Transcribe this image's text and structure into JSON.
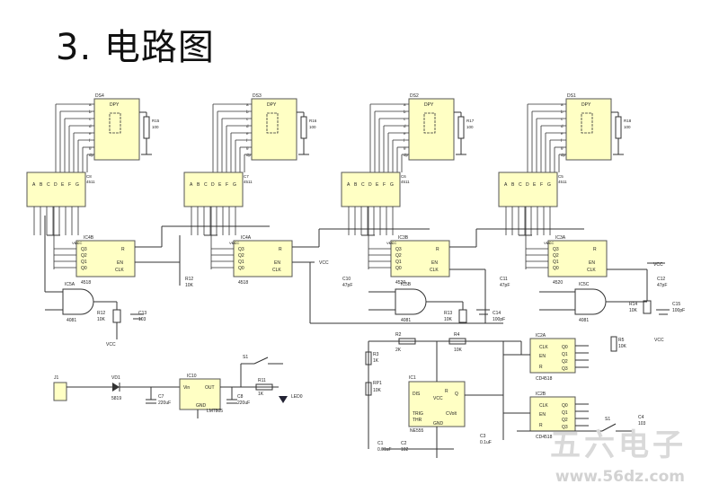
{
  "slide_title": "3. 电路图",
  "displays": [
    {
      "ref": "DS4",
      "res": "R15",
      "val": "100",
      "drv": "C8",
      "drv_part": "4511",
      "cnt": "IC4B",
      "cnt_part": "4518",
      "cap": "R12",
      "cap_val": "10K"
    },
    {
      "ref": "DS3",
      "res": "R16",
      "val": "100",
      "drv": "C7",
      "drv_part": "4511",
      "cnt": "IC4A",
      "cnt_part": "4518",
      "cap": "C10",
      "cap_val": "47pF"
    },
    {
      "ref": "DS2",
      "res": "R17",
      "val": "100",
      "drv": "C6",
      "drv_part": "4511",
      "cnt": "IC3B",
      "cnt_part": "4520",
      "cap": "C11",
      "cap_val": "47pF"
    },
    {
      "ref": "DS1",
      "res": "R18",
      "val": "100",
      "drv": "C5",
      "drv_part": "4511",
      "cnt": "IC3A",
      "cnt_part": "4520",
      "cap": "C12",
      "cap_val": "47pF"
    }
  ],
  "display_label": "DPY",
  "seg_pins": [
    "a",
    "b",
    "c",
    "d",
    "e",
    "f",
    "g",
    "dp"
  ],
  "decoder_pins": [
    "A",
    "B",
    "C",
    "D",
    "E",
    "F",
    "G"
  ],
  "counter_pins": {
    "q3": "Q3",
    "q2": "Q2",
    "q1": "Q1",
    "q0": "Q0",
    "r": "R",
    "en": "EN",
    "clk": "CLK"
  },
  "vcc": "VCC",
  "gates": [
    {
      "ref": "IC5A",
      "part": "4081"
    },
    {
      "ref": "IC5B",
      "part": "4081"
    },
    {
      "ref": "IC5C",
      "part": "4081"
    }
  ],
  "passives": {
    "r12": "R12",
    "r12v": "10K",
    "c13": "C13",
    "c13v": "103",
    "r13": "R13",
    "r13v": "10K",
    "c14": "C14",
    "c14v": "100pF",
    "r14": "R14",
    "r14v": "10K",
    "c15": "C15",
    "c15v": "100pF"
  },
  "power": {
    "j1": "J1",
    "vd1": "VD1",
    "vd1p": "5819",
    "c7": "C7",
    "c7v": "220uF",
    "ic10": "IC10",
    "vin": "Vin",
    "out": "OUT",
    "gnd": "GND",
    "reg": "LM7805",
    "c8": "C8",
    "c8v": "220uF",
    "s1": "S1",
    "r11": "R11",
    "r11v": "1K",
    "led": "LED0"
  },
  "timer": {
    "r2": "R2",
    "r2v": "2K",
    "r3": "R3",
    "r3v": "1K",
    "rp1": "RP1",
    "rp1v": "10K",
    "r4": "R4",
    "r4v": "10K",
    "ic1": "IC1",
    "dis": "DIS",
    "vcc": "VCC",
    "rst": "R",
    "q": "Q",
    "trig": "TRIG",
    "thr": "THR",
    "cv": "CVolt",
    "gnd": "GND",
    "part": "NE555",
    "c1": "C1",
    "c1v": "0.01uF",
    "c2": "C2",
    "c2v": "102",
    "c3": "C3",
    "c3v": "0.1uF"
  },
  "ctr2": [
    {
      "ref": "IC2A",
      "part": "CD4518"
    },
    {
      "ref": "IC2B",
      "part": "CD4518"
    }
  ],
  "switch2": {
    "ref": "S1",
    "c4": "C4",
    "c4v": "103",
    "r5": "R5",
    "r5v": "10K"
  },
  "watermark": {
    "text": "五六电子",
    "url": "www.56dz.com"
  }
}
